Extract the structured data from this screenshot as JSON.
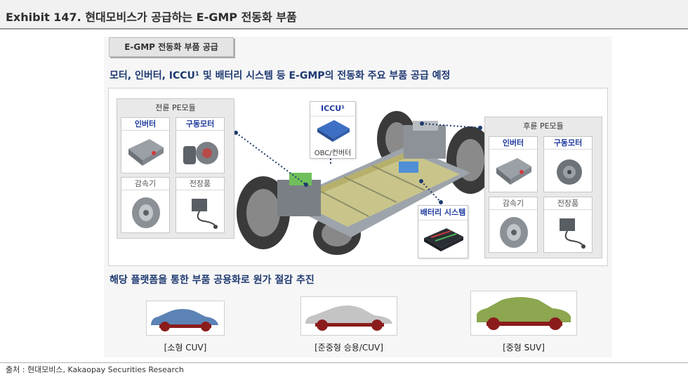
{
  "exhibit_title": "Exhibit 147. 현대모비스가 공급하는 E-GMP 전동화 부품",
  "tag": "E-GMP 전동화 부품 공급",
  "main_heading": "모터, 인버터, ICCU¹ 및 배터리 시스템 등 E-GMP의 전동화 주요 부품 공급 예정",
  "front_module": {
    "title": "전륜 PE모듈",
    "cells": [
      "인버터",
      "구동모터",
      "감속기",
      "전장품"
    ]
  },
  "rear_module": {
    "title": "후륜 PE모듈",
    "cells": [
      "인버터",
      "구동모터",
      "감속기",
      "전장품"
    ]
  },
  "iccu": {
    "title": "ICCU¹",
    "sub": "OBC/컨버터"
  },
  "battery": {
    "title": "배터리 시스템"
  },
  "sub_heading": "해당 플랫폼을 통한 부품 공용화로 원가 절감 추진",
  "vehicles": [
    {
      "label": "[소형 CUV]",
      "color": "#5b83b5"
    },
    {
      "label": "[준중형 승용/CUV]",
      "color": "#c4c4c4"
    },
    {
      "label": "[중형 SUV]",
      "color": "#8da650"
    }
  ],
  "source": "출처 : 현대모비스, Kakaopay Securities Research"
}
